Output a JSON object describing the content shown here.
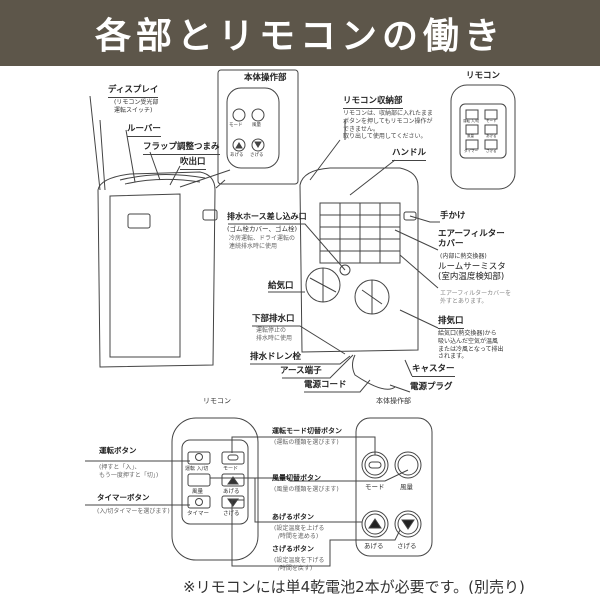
{
  "title": "各部とリモコンの働き",
  "top": {
    "panel_label": "本体操作部",
    "remote_label": "リモコン",
    "panel_buttons": [
      "モード",
      "風量",
      "あげる",
      "さげる"
    ],
    "remote_buttons": [
      "運転 入/切",
      "モード",
      "風量",
      "あげる",
      "タイマー",
      "さげる"
    ],
    "front": {
      "display": "ディスプレイ",
      "display_sub1": "リモコン受光部",
      "display_sub2": "運転スイッチ",
      "louver": "ルーバー",
      "flap": "フラップ調整つまみ",
      "outlet": "吹出口"
    },
    "back": {
      "storage": "リモコン収納部",
      "storage_note1": "リモコンは、収納部に入れたまま",
      "storage_note2": "ボタンを押してもリモコン操作が",
      "storage_note3": "できません。",
      "storage_note4": "取り出して使用してください。",
      "handle": "ハンドル",
      "hose": "排水ホース差し込み口",
      "hose_sub": "(ゴム栓カバー、ゴム栓)",
      "hose_note1": "冷房運転、ドライ運転の",
      "hose_note2": "連続排水時に使用",
      "intake": "給気口",
      "lower_drain": "下部排水口",
      "lower_note1": "運転停止の",
      "lower_note2": "排水時に使用",
      "drain_plug": "排水ドレン栓",
      "earth": "アース端子",
      "cord": "電源コード",
      "grip": "手かけ",
      "filter1": "エアーフィルター",
      "filter2": "カバー",
      "filter_sub": "(内部に熱交換器)",
      "thermistor": "ルームサーミスタ",
      "thermistor_sub": "(室内温度検知部)",
      "thermistor_note1": "エアーフィルターカバーを",
      "thermistor_note2": "外すとあります。",
      "exhaust": "排気口",
      "exhaust_note1": "給気口(熱交換器)から",
      "exhaust_note2": "吸い込んだ空気が温風",
      "exhaust_note3": "または冷風となって排出",
      "exhaust_note4": "されます。",
      "caster": "キャスター",
      "plug": "電源プラグ"
    }
  },
  "bottom": {
    "remote_label": "リモコン",
    "panel_label": "本体操作部",
    "remote_buttons": [
      "運転 入/切",
      "モード",
      "風量",
      "あげる",
      "タイマー",
      "さげる"
    ],
    "panel_buttons": [
      "モード",
      "風量",
      "あげる",
      "さげる"
    ],
    "power_btn": "運転ボタン",
    "power_note1": "(押すと「入」、",
    "power_note2": "もう一度押すと「切」)",
    "timer_btn": "タイマーボタン",
    "timer_note": "(入/切タイマーを選びます)",
    "mode_btn": "運転モード切替ボタン",
    "mode_note": "(運転の種類を選びます)",
    "fan_btn": "風量切替ボタン",
    "fan_note": "(風量の種類を選びます)",
    "up_btn": "あげるボタン",
    "up_note1": "(設定温度を上げる",
    "up_note2": "/時間を進める)",
    "down_btn": "さげるボタン",
    "down_note1": "(設定温度を下げる",
    "down_note2": "/時間を戻す)"
  },
  "footer": "※リモコンには単4乾電池2本が必要です。(別売り)",
  "colors": {
    "header": "#5d564a"
  }
}
